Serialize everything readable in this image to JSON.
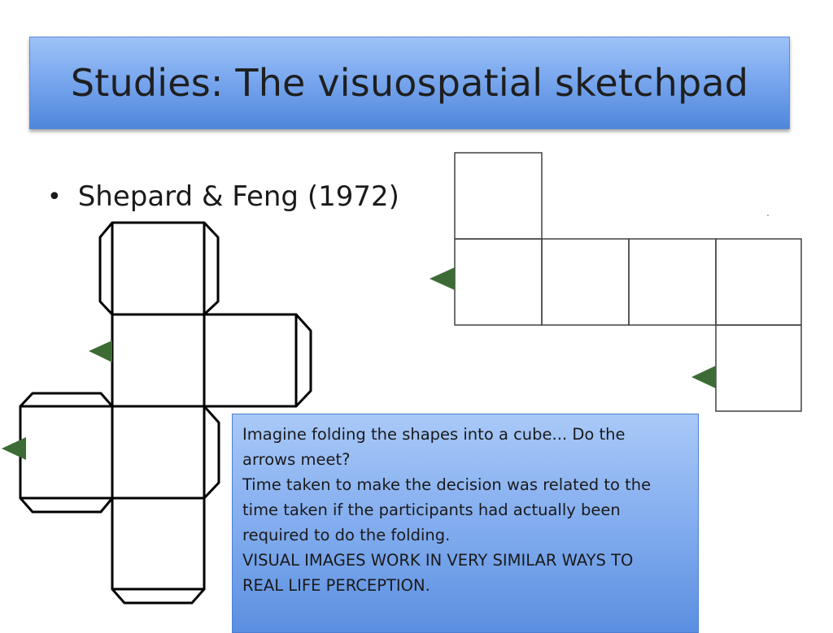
{
  "slide": {
    "title": "Studies: The visuospatial sketchpad",
    "bullet": {
      "symbol": "•",
      "text": "Shepard & Feng (1972)"
    },
    "note_lines": [
      "Imagine folding the shapes into a cube... Do the",
      "arrows meet?",
      "Time taken to make the decision was related to the",
      "time taken if the participants had actually been",
      "required to do the folding.",
      "VISUAL IMAGES WORK IN VERY SIMILAR WAYS TO",
      "REAL LIFE PERCEPTION."
    ]
  },
  "colors": {
    "title_bar": "#7aa8ef",
    "note_box": "#83adef",
    "arrow": "#3d6b35"
  }
}
